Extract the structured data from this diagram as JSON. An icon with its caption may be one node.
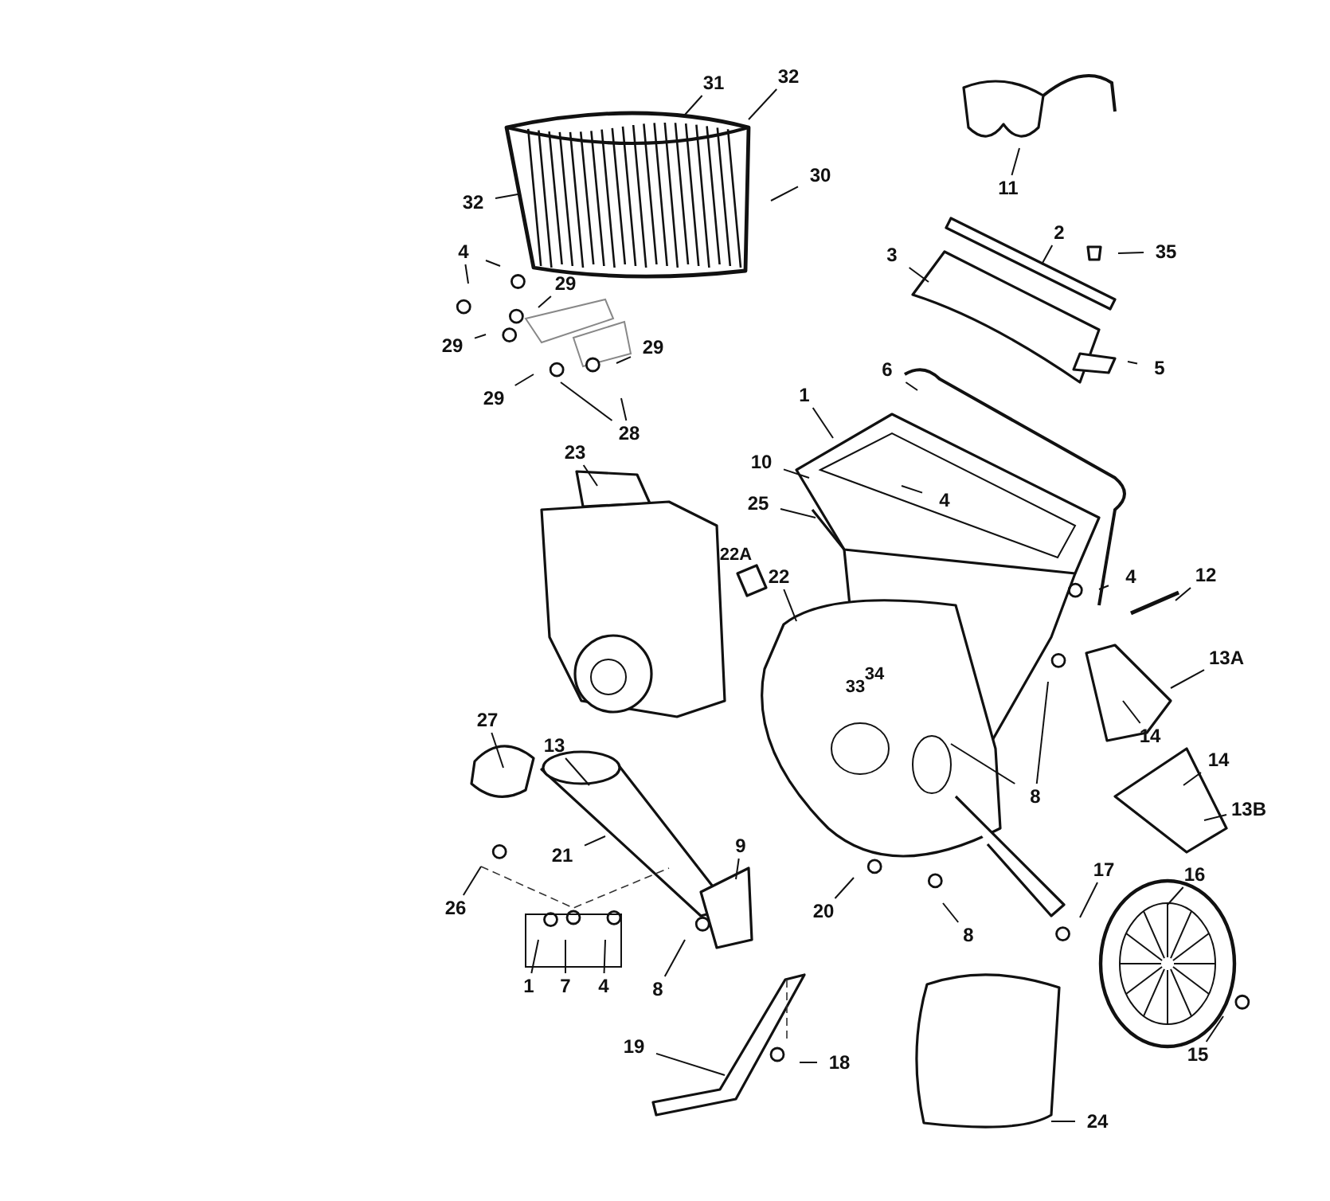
{
  "diagram": {
    "nodes": [
      {
        "text": [
          "31"
        ]
      },
      {
        "text": [
          "32"
        ]
      },
      {
        "text": [
          "32"
        ]
      },
      {
        "text": [
          "30"
        ]
      },
      {
        "text": [
          "4"
        ]
      },
      {
        "text": [
          "29"
        ]
      },
      {
        "text": [
          "29"
        ]
      },
      {
        "text": [
          "29"
        ]
      },
      {
        "text": [
          "29"
        ]
      },
      {
        "text": [
          "28"
        ]
      },
      {
        "text": [
          "11"
        ]
      },
      {
        "text": [
          "2"
        ]
      },
      {
        "text": [
          "35"
        ]
      },
      {
        "text": [
          "3"
        ]
      },
      {
        "text": [
          "5"
        ]
      },
      {
        "text": [
          "6"
        ]
      },
      {
        "text": [
          "1"
        ]
      },
      {
        "text": [
          "10"
        ]
      },
      {
        "text": [
          "25"
        ]
      },
      {
        "text": [
          "4"
        ]
      },
      {
        "text": [
          "23"
        ]
      },
      {
        "text": [
          "22"
        ]
      },
      {
        "text": [
          "4"
        ]
      },
      {
        "text": [
          "12"
        ]
      },
      {
        "text": [
          "13A"
        ]
      },
      {
        "text": [
          "14"
        ]
      },
      {
        "text": [
          "14"
        ]
      },
      {
        "text": [
          "13B"
        ]
      },
      {
        "text": [
          "8"
        ]
      },
      {
        "text": [
          "27"
        ]
      },
      {
        "text": [
          "13"
        ]
      },
      {
        "text": [
          "21"
        ]
      },
      {
        "text": [
          "26"
        ]
      },
      {
        "text": [
          "9"
        ]
      },
      {
        "text": [
          "20"
        ]
      },
      {
        "text": [
          "1"
        ]
      },
      {
        "text": [
          "7"
        ]
      },
      {
        "text": [
          "4"
        ]
      },
      {
        "text": [
          "8"
        ]
      },
      {
        "text": [
          "17"
        ]
      },
      {
        "text": [
          "16"
        ]
      },
      {
        "text": [
          "15"
        ]
      },
      {
        "text": [
          "19"
        ]
      },
      {
        "text": [
          "18"
        ]
      },
      {
        "text": [
          "24"
        ]
      },
      {
        "text": [
          "8"
        ]
      }
    ],
    "edges": [
      {
        "from": 0,
        "to": null,
        "arrow": "none"
      },
      {
        "from": 1,
        "to": null,
        "arrow": "none"
      },
      {
        "from": 2,
        "to": null,
        "arrow": "none"
      },
      {
        "from": 3,
        "to": null,
        "arrow": "none"
      },
      {
        "from": 4,
        "to": null,
        "arrow": "none"
      },
      {
        "from": 4,
        "to": null,
        "arrow": "none"
      },
      {
        "from": 5,
        "to": null,
        "arrow": "none"
      },
      {
        "from": 6,
        "to": null,
        "arrow": "none"
      },
      {
        "from": 7,
        "to": null,
        "arrow": "none"
      },
      {
        "from": 8,
        "to": null,
        "arrow": "none"
      },
      {
        "from": 9,
        "to": null,
        "arrow": "none"
      },
      {
        "from": 9,
        "to": null,
        "arrow": "none"
      },
      {
        "from": 10,
        "to": null,
        "arrow": "none"
      },
      {
        "from": 11,
        "to": null,
        "arrow": "none"
      },
      {
        "from": 12,
        "to": null,
        "arrow": "none"
      },
      {
        "from": 13,
        "to": null,
        "arrow": "none"
      },
      {
        "from": 14,
        "to": null,
        "arrow": "none"
      },
      {
        "from": 15,
        "to": null,
        "arrow": "none"
      },
      {
        "from": 16,
        "to": null,
        "arrow": "none"
      },
      {
        "from": 17,
        "to": null,
        "arrow": "none"
      },
      {
        "from": 18,
        "to": null,
        "arrow": "none"
      },
      {
        "from": 19,
        "to": null,
        "arrow": "none"
      },
      {
        "from": 20,
        "to": null,
        "arrow": "none"
      },
      {
        "from": 21,
        "to": null,
        "arrow": "none"
      },
      {
        "from": 22,
        "to": null,
        "arrow": "none"
      },
      {
        "from": 23,
        "to": null,
        "arrow": "none"
      },
      {
        "from": 24,
        "to": null,
        "arrow": "none"
      },
      {
        "from": 25,
        "to": null,
        "arrow": "none"
      },
      {
        "from": 26,
        "to": null,
        "arrow": "none"
      },
      {
        "from": 27,
        "to": null,
        "arrow": "none"
      },
      {
        "from": 28,
        "to": null,
        "arrow": "none"
      },
      {
        "from": 28,
        "to": null,
        "arrow": "none"
      },
      {
        "from": 29,
        "to": null,
        "arrow": "none"
      },
      {
        "from": 30,
        "to": null,
        "arrow": "none"
      },
      {
        "from": 31,
        "to": null,
        "arrow": "none"
      },
      {
        "from": 32,
        "to": null,
        "arrow": "none"
      },
      {
        "from": 33,
        "to": null,
        "arrow": "none"
      },
      {
        "from": 34,
        "to": null,
        "arrow": "none"
      },
      {
        "from": 35,
        "to": null,
        "arrow": "none"
      },
      {
        "from": 36,
        "to": null,
        "arrow": "none"
      },
      {
        "from": 37,
        "to": null,
        "arrow": "none"
      },
      {
        "from": 38,
        "to": null,
        "arrow": "none"
      },
      {
        "from": 39,
        "to": null,
        "arrow": "none"
      },
      {
        "from": 40,
        "to": null,
        "arrow": "none"
      },
      {
        "from": 41,
        "to": null,
        "arrow": "none"
      },
      {
        "from": 42,
        "to": null,
        "arrow": "none"
      },
      {
        "from": 43,
        "to": null,
        "arrow": "none"
      },
      {
        "from": 44,
        "to": null,
        "arrow": "none"
      },
      {
        "from": 45,
        "to": null,
        "arrow": "none"
      }
    ],
    "labels": [
      "22A",
      "33",
      "34"
    ]
  }
}
